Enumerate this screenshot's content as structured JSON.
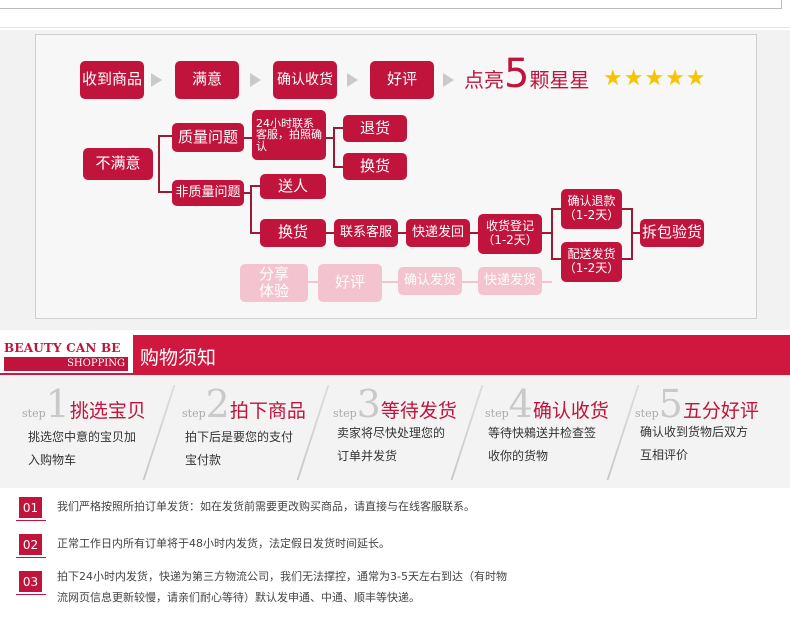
{
  "flow": {
    "row1": [
      "收到商品",
      "满意",
      "确认收货",
      "好评"
    ],
    "rating_prefix": "点亮",
    "rating_number": "5",
    "rating_suffix": "颗星星",
    "stars": "★★★★★",
    "unsatisfied": "不满意",
    "quality_issue": "质量问题",
    "contact_note": "24小时联系客服，拍照确认",
    "return": "退货",
    "exchange": "换货",
    "non_quality_issue": "非质量问题",
    "gift": "送人",
    "exchange2": "换货",
    "contact_service": "联系客服",
    "express_back": "快递发回",
    "receive_register": "收货登记",
    "receive_days": "（1-2天）",
    "confirm_refund": "确认退款",
    "refund_days": "（1-2天）",
    "ship_out": "配送发货",
    "ship_days": "（1-2天）",
    "unpack_check": "拆包验货",
    "share": "分享体验",
    "good_review": "好评",
    "confirm_ship": "确认发货",
    "express_ship": "快递发货"
  },
  "banner": {
    "brand_line1": "BEAUTY CAN BE",
    "brand_line2": "SHOPPING",
    "title": "购物须知"
  },
  "steps": [
    {
      "word": "step",
      "num": "1",
      "title": "挑选宝贝",
      "desc1": "挑选您中意的宝贝加",
      "desc2": "入购物车"
    },
    {
      "word": "step",
      "num": "2",
      "title": "拍下商品",
      "desc1": "拍下后是要您的支付",
      "desc2": "宝付款"
    },
    {
      "word": "step",
      "num": "3",
      "title": "等待发货",
      "desc1": "卖家将尽快处理您的",
      "desc2": "订单并发货"
    },
    {
      "word": "step",
      "num": "4",
      "title": "确认收货",
      "desc1": "等待快鶆送并检查签",
      "desc2": "收你的货物"
    },
    {
      "word": "step",
      "num": "5",
      "title": "五分好评",
      "desc1": "确认收到货物后双方",
      "desc2": "互相评价"
    }
  ],
  "notices": [
    {
      "num": "01",
      "text": "我们严格按照所拍订单发货：如在发货前需要更改购买商品，请直接与在线客服联系。"
    },
    {
      "num": "02",
      "text": "正常工作日内所有订单将于48小时内发货，法定假日发货时间延长。"
    },
    {
      "num": "03",
      "text1": "拍下24小时内发货，快递为第三方物流公司，我们无法撑控，通常为3-5天左右到达（有时物",
      "text2": "流网页信息更新较慢，请亲们耐心等待）默认发申通、中通、顺丰等快递。"
    }
  ],
  "colors": {
    "accent": "#c0143c",
    "pale": "#f4c3d0",
    "star": "#f6c400"
  }
}
